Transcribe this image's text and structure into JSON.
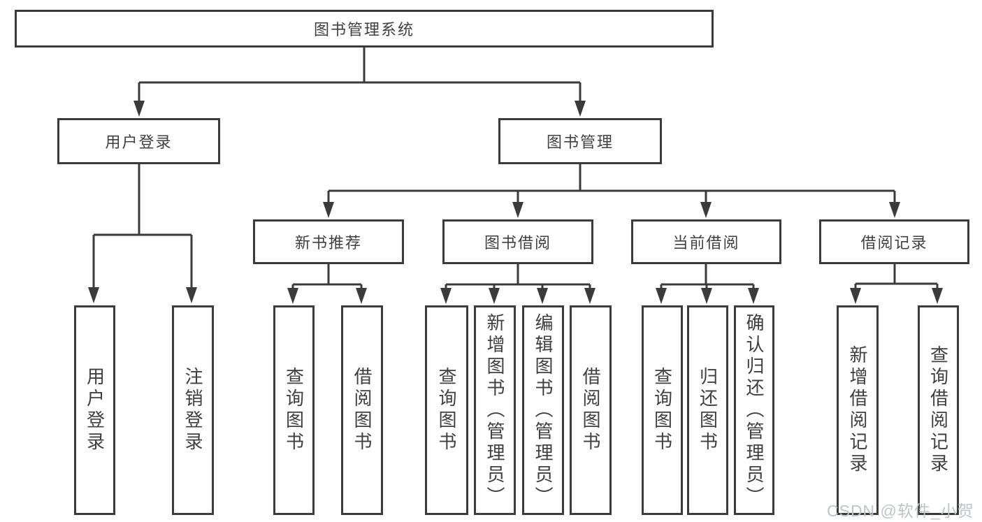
{
  "tree": {
    "root": {
      "label": "图书管理系统",
      "children": [
        {
          "label": "用户登录",
          "children": [
            {
              "label": "用户登录"
            },
            {
              "label": "注销登录"
            }
          ]
        },
        {
          "label": "图书管理",
          "children": [
            {
              "label": "新书推荐",
              "children": [
                {
                  "label": "查询图书"
                },
                {
                  "label": "借阅图书"
                }
              ]
            },
            {
              "label": "图书借阅",
              "children": [
                {
                  "label": "查询图书"
                },
                {
                  "label": "新增图书（管理员）"
                },
                {
                  "label": "编辑图书（管理员）"
                },
                {
                  "label": "借阅图书"
                }
              ]
            },
            {
              "label": "当前借阅",
              "children": [
                {
                  "label": "查询图书"
                },
                {
                  "label": "归还图书"
                },
                {
                  "label": "确认归还（管理员）"
                }
              ]
            },
            {
              "label": "借阅记录",
              "children": [
                {
                  "label": "新增借阅记录"
                },
                {
                  "label": "查询借阅记录"
                }
              ]
            }
          ]
        }
      ]
    }
  },
  "watermark": {
    "text": "CSDN @软件_小贺同学"
  },
  "colors": {
    "line": "#3b3b3b",
    "text": "#3f3f3f",
    "watermark": "#bdc4ca",
    "background": "#ffffff"
  }
}
